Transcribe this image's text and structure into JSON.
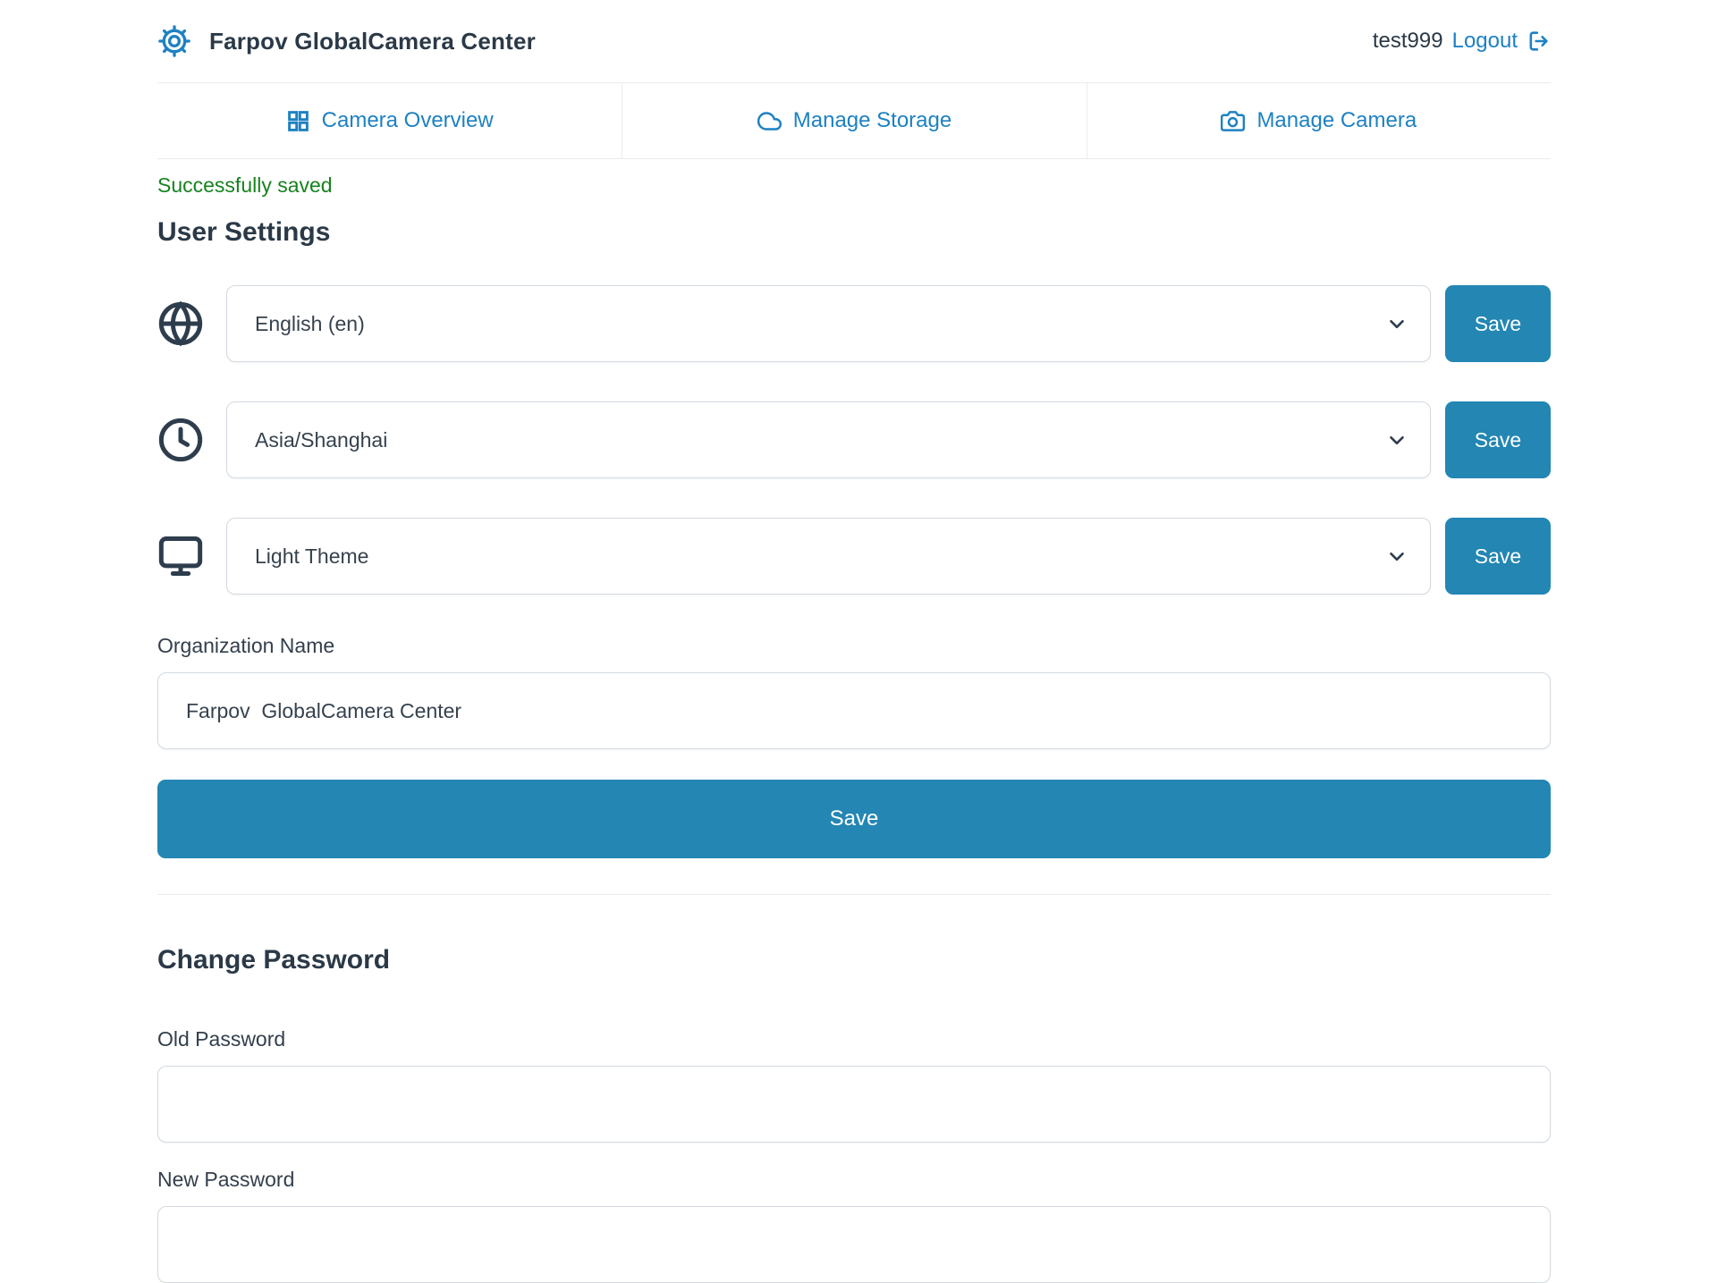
{
  "header": {
    "title": "Farpov GlobalCamera Center",
    "username": "test999",
    "logout_label": "Logout"
  },
  "tabs": [
    {
      "label": "Camera Overview",
      "icon": "grid-icon"
    },
    {
      "label": "Manage Storage",
      "icon": "cloud-icon"
    },
    {
      "label": "Manage Camera",
      "icon": "camera-icon"
    }
  ],
  "status": {
    "message": "Successfully saved"
  },
  "user_settings": {
    "heading": "User Settings",
    "selects": [
      {
        "name": "language",
        "icon": "globe-icon",
        "value": "English (en)",
        "save_label": "Save"
      },
      {
        "name": "timezone",
        "icon": "clock-icon",
        "value": "Asia/Shanghai",
        "save_label": "Save"
      },
      {
        "name": "theme",
        "icon": "monitor-icon",
        "value": "Light Theme",
        "save_label": "Save"
      }
    ],
    "organization": {
      "label": "Organization Name",
      "value": "Farpov  GlobalCamera Center"
    },
    "save_label": "Save"
  },
  "change_password": {
    "heading": "Change Password",
    "old_password": {
      "label": "Old Password",
      "value": ""
    },
    "new_password": {
      "label": "New Password",
      "value": ""
    }
  },
  "colors": {
    "accent_blue": "#1e81c2",
    "button_blue": "#2386b3",
    "success_green": "#17831f",
    "dark_text": "#2b3947",
    "border_gray": "#e8ecf0"
  }
}
